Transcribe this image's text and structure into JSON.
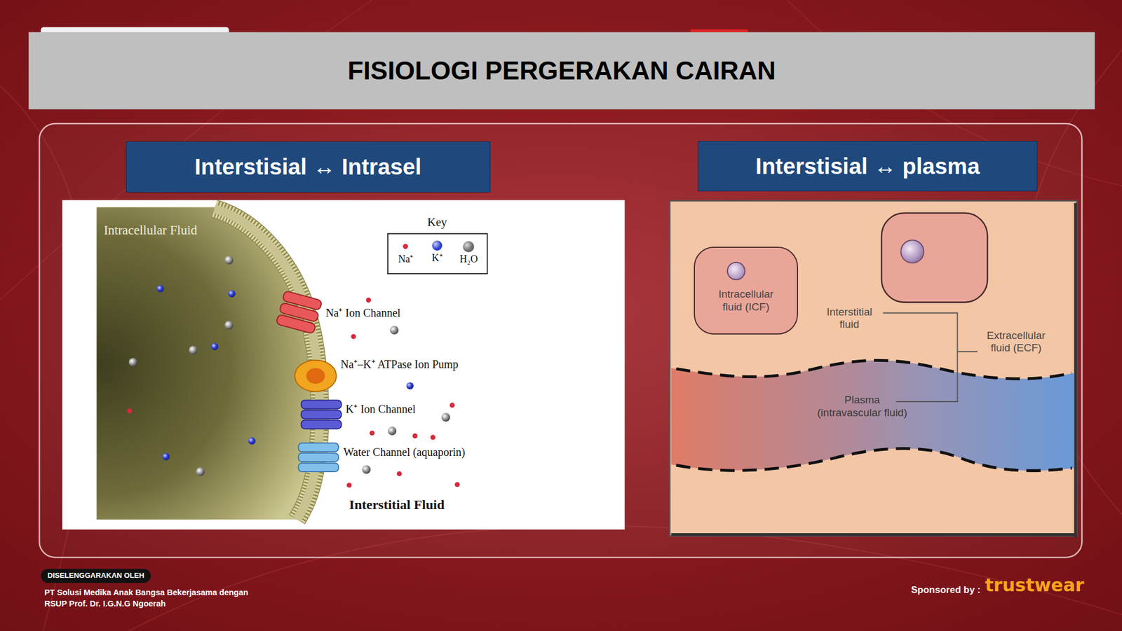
{
  "diagram": {
    "title": "FISIOLOGI PERGERAKAN CAIRAN",
    "nodes": [
      {
        "text": [
          "Interstisial ↔ Intrasel"
        ]
      },
      {
        "text": [
          "Interstisial ↔ plasma"
        ]
      },
      {
        "text": [
          "Intracellular fluid (ICF)"
        ]
      },
      {
        "text": [
          "Plasma (intravascular fluid)"
        ]
      }
    ],
    "labels": [
      "Intracellular Fluid",
      "Key",
      "Na⁺ Ion Channel",
      "Na⁺–K⁺ ATPase Ion Pump",
      "K⁺ Ion Channel",
      "Water Channel (aquaporin)",
      "Interstitial Fluid",
      "Interstitial fluid",
      "Extracellular fluid (ECF)",
      "DISELENGGARAKAN OLEH",
      "PT Solusi Medika Anak Bangsa Bekerjasama dengan",
      "RSUP Prof. Dr. I.G.N.G Ngoerah",
      "Sponsored by :",
      "trustwear"
    ],
    "legend": [
      {
        "text": "Na⁺",
        "color": "#d42a3c"
      },
      {
        "text": "K⁺",
        "color": "#2a3fd0"
      },
      {
        "text": "H₂O",
        "color": "#6a6a6a"
      }
    ]
  }
}
